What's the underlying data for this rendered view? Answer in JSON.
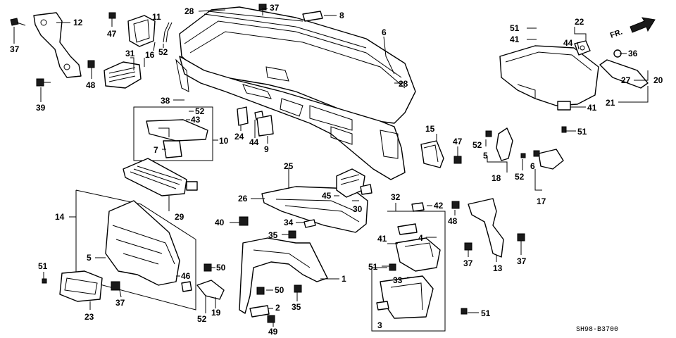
{
  "diagram": {
    "direction_label": "FR.",
    "diagram_code": "SH98-B3700",
    "colors": {
      "line": "#000000",
      "background": "#ffffff"
    },
    "callouts": {
      "c37a": "37",
      "c12": "12",
      "c47a": "47",
      "c11": "11",
      "c16": "16",
      "c52a": "52",
      "c28a": "28",
      "c37b": "37",
      "c8": "8",
      "c6a": "6",
      "c31": "31",
      "c48a": "48",
      "c39": "39",
      "c28b": "28",
      "c38": "38",
      "c52b": "52",
      "c43": "43",
      "c10": "10",
      "c7": "7",
      "c24": "24",
      "c44a": "44",
      "c9": "9",
      "c51a": "51",
      "c41a": "41",
      "c22": "22",
      "c44b": "44",
      "c36": "36",
      "c27": "27",
      "c20": "20",
      "c41b": "41",
      "c21": "21",
      "c51b": "51",
      "c15": "15",
      "c47b": "47",
      "c52c": "52",
      "c5a": "5",
      "c18": "18",
      "c52d": "52",
      "c6b": "6",
      "c17": "17",
      "c29": "29",
      "c25": "25",
      "c26": "26",
      "c45": "45",
      "c30": "30",
      "c14": "14",
      "c40": "40",
      "c34": "34",
      "c35a": "35",
      "c32": "32",
      "c42": "42",
      "c48b": "48",
      "c4": "4",
      "c41c": "41",
      "c51c": "51",
      "c33": "33",
      "c37c": "37",
      "c13": "13",
      "c37d": "37",
      "c5b": "5",
      "c46": "46",
      "c50a": "50",
      "c51d": "51",
      "c37e": "37",
      "c1": "1",
      "c50b": "50",
      "c35b": "35",
      "c23": "23",
      "c52e": "52",
      "c19": "19",
      "c2": "2",
      "c49": "49",
      "c3": "3",
      "c51e": "51"
    }
  }
}
